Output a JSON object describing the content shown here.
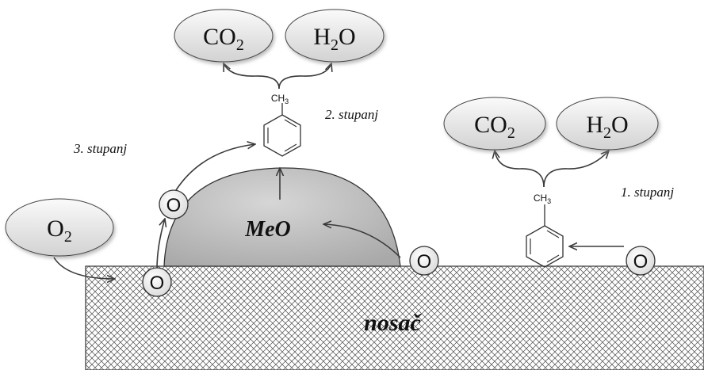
{
  "support": {
    "label": "nosač"
  },
  "oxide": {
    "label": "MeO"
  },
  "oxygen_gas": {
    "label": "O",
    "sub": "2"
  },
  "oxygen_atom_label": "O",
  "steps": {
    "step1": "1. stupanj",
    "step2": "2. stupanj",
    "step3": "3. stupanj"
  },
  "products": {
    "co2": {
      "label": "CO",
      "sub": "2"
    },
    "h2o": {
      "label_a": "H",
      "sub": "2",
      "label_b": "O"
    }
  },
  "methyl_group": {
    "label": "CH",
    "sub": "3"
  },
  "colors": {
    "ellipse_fill_top": "#fafafa",
    "ellipse_fill_bottom": "#d4d4d4",
    "oxide_fill": "#bdbdbd",
    "support_hatch": "#4a4a4a",
    "stroke": "#3a3a3a"
  }
}
